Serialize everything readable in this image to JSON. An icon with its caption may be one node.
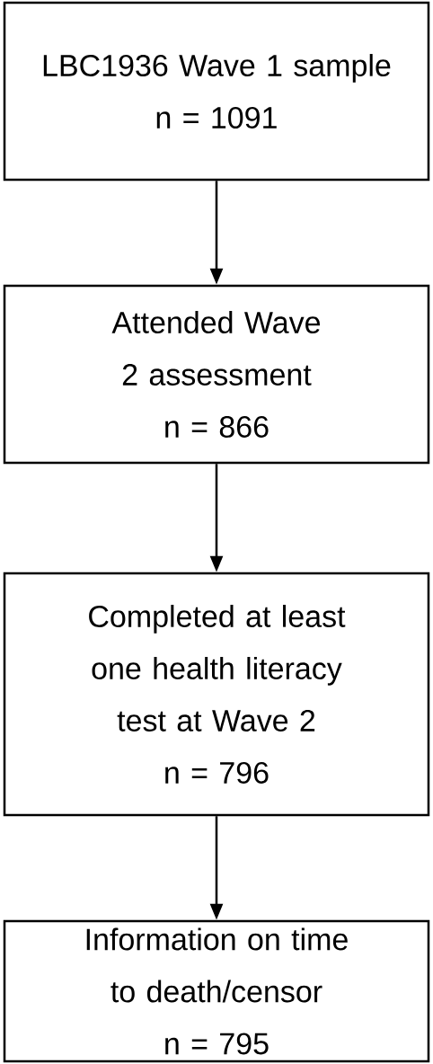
{
  "diagram": {
    "nodes": [
      {
        "text": [
          "LBC1936 Wave 1 sample",
          "n = 1091"
        ]
      },
      {
        "text": [
          "Attended Wave 2 assessment",
          "n = 866"
        ]
      },
      {
        "text": [
          "Completed at least one health literacy test at Wave 2",
          "n = 796"
        ]
      },
      {
        "text": [
          "Information on time to death/censor",
          "n = 795"
        ]
      }
    ],
    "edges": [
      {
        "from": 0,
        "to": 1,
        "arrow": "to"
      },
      {
        "from": 1,
        "to": 2,
        "arrow": "to"
      },
      {
        "from": 2,
        "to": 3,
        "arrow": "to"
      }
    ]
  }
}
